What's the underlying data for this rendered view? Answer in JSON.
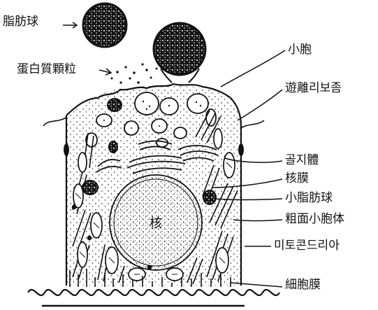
{
  "labels": {
    "fat_globule": "脂肪球",
    "protein_granule": "蛋白質顆粒",
    "vesicle": "小胞",
    "free_ribosome": "遊離리보좀",
    "golgi": "골지體",
    "nuclear_membrane": "核膜",
    "small_fat_globule": "小脂肪球",
    "rough_er": "粗面小胞体",
    "mitochondria": "미토콘드리아",
    "cell_membrane": "細胞膜",
    "nucleus": "核"
  },
  "colors": {
    "ink": "#111111",
    "background": "#ffffff"
  }
}
